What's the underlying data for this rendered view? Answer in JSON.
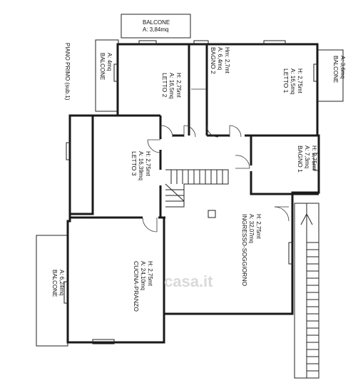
{
  "plan_title": "PIANO PRIMO (sub.1)",
  "watermark": "casa.it",
  "rooms": {
    "balcone_top": {
      "name": "BALCONE",
      "area": "A: 3,84mq"
    },
    "balcone_left_top": {
      "name": "BALCONE",
      "area": "A: 4mq"
    },
    "letto2": {
      "name": "LETTO 2",
      "area": "A: 16,5mq",
      "height": "H: 2,75mt"
    },
    "bagno2": {
      "name": "BAGNO 2",
      "area": "A: 6,4mq",
      "height": "Hm: 2,7mt"
    },
    "letto1": {
      "name": "LETTO 1",
      "area": "A: 16,5mq",
      "height": "H: 2,75mt"
    },
    "balcone_right": {
      "name": "BALCONE",
      "area": "A: 3,6mq"
    },
    "letto3": {
      "name": "LETTO 3",
      "area": "A: 16,39mq",
      "height": "H: 2,75mt"
    },
    "bagno1": {
      "name": "BAGNO 1",
      "area": "A: 7,3mq",
      "height": "H: 2,75mt"
    },
    "ingresso": {
      "name": "INGRESSO-SOGGIORNO",
      "area": "A: 32,07mq",
      "height": "H: 2,75mt"
    },
    "cucina": {
      "name": "CUCINA-PRANZO",
      "area": "A: 24,10mq",
      "height": "H: 2,75mt"
    },
    "balcone_left_bottom": {
      "name": "BALCONE",
      "area": "A: 6,24mq"
    }
  }
}
